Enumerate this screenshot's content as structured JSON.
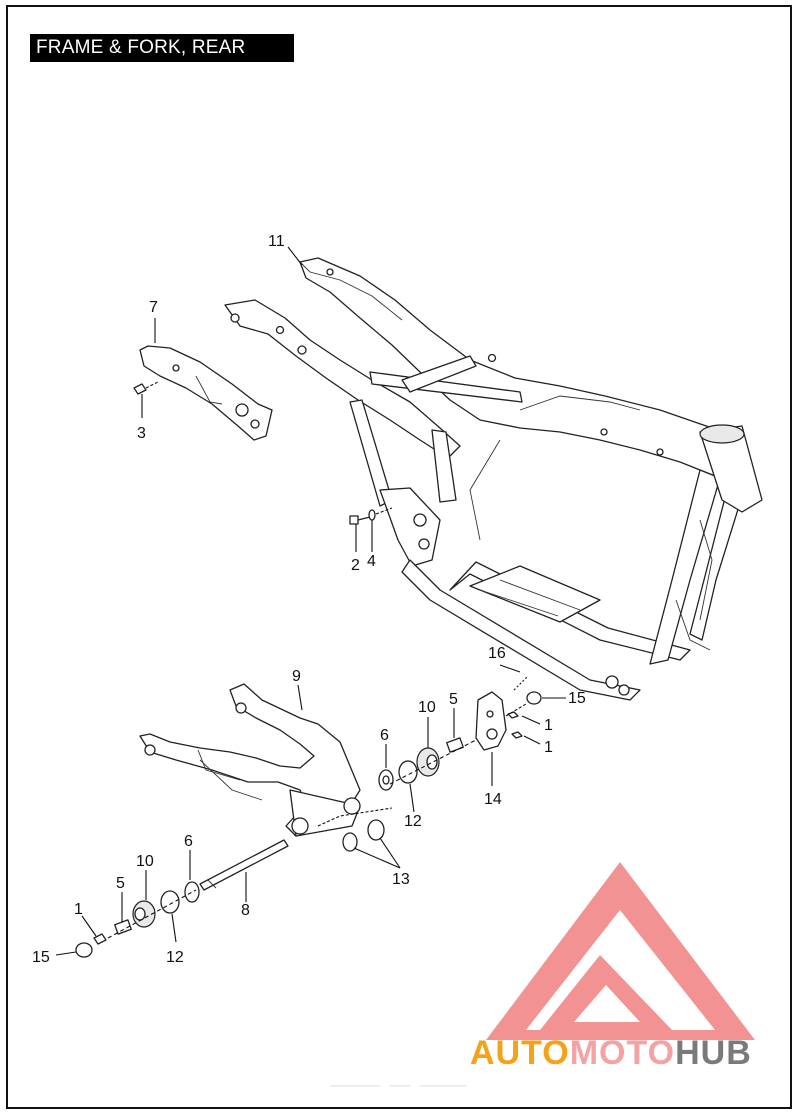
{
  "title": "FRAME & FORK, REAR",
  "callouts": {
    "c11": "11",
    "c7": "7",
    "c3": "3",
    "c2": "2",
    "c4": "4",
    "c9": "9",
    "c16": "16",
    "c15a": "15",
    "c10a": "10",
    "c5a": "5",
    "c6a": "6",
    "c1a": "1",
    "c1b": "1",
    "c14": "14",
    "c12a": "12",
    "c13": "13",
    "c6b": "6",
    "c10b": "10",
    "c5b": "5",
    "c8": "8",
    "c1c": "1",
    "c15b": "15",
    "c12b": "12"
  },
  "watermark": {
    "part1": "AUTO",
    "part2": "MOTO",
    "part3": "HUB",
    "color_orange": "#f6a11a",
    "color_pink": "#f4a2a2",
    "color_gray": "#7a7a7a"
  }
}
